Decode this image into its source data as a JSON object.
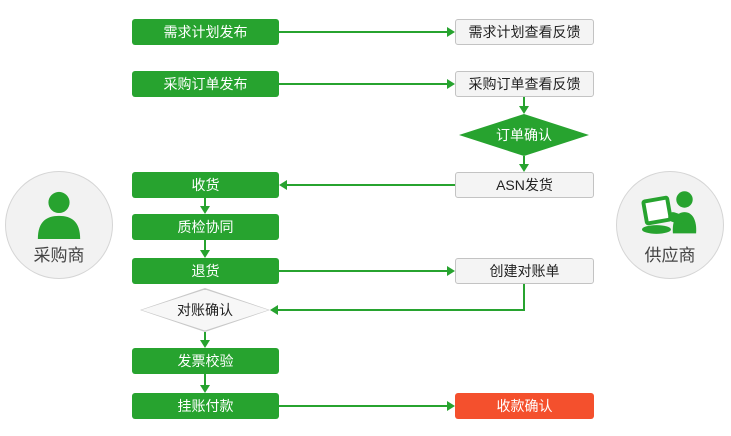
{
  "palette": {
    "green": "#27a32f",
    "red": "#f4502d",
    "gray_fill": "#f4f4f4",
    "gray_border": "#c3c3c3",
    "white": "#ffffff"
  },
  "actors": {
    "buyer": {
      "label": "采购商",
      "icon": "person-icon"
    },
    "supplier": {
      "label": "供应商",
      "icon": "person-at-computer-icon"
    }
  },
  "nodes": {
    "demand_publish": {
      "label": "需求计划发布",
      "style": "green-box"
    },
    "demand_feedback": {
      "label": "需求计划查看反馈",
      "style": "gray-box"
    },
    "po_publish": {
      "label": "采购订单发布",
      "style": "green-box"
    },
    "po_feedback": {
      "label": "采购订单查看反馈",
      "style": "gray-box"
    },
    "order_confirm": {
      "label": "订单确认",
      "style": "green-diamond"
    },
    "receive": {
      "label": "收货",
      "style": "green-box"
    },
    "asn_ship": {
      "label": "ASN发货",
      "style": "gray-box"
    },
    "quality_collab": {
      "label": "质检协同",
      "style": "green-box"
    },
    "return_goods": {
      "label": "退货",
      "style": "green-box"
    },
    "create_statement": {
      "label": "创建对账单",
      "style": "gray-box"
    },
    "statement_confirm": {
      "label": "对账确认",
      "style": "gray-diamond"
    },
    "invoice_check": {
      "label": "发票校验",
      "style": "green-box"
    },
    "book_payment": {
      "label": "挂账付款",
      "style": "green-box"
    },
    "receipt_confirm": {
      "label": "收款确认",
      "style": "red-box"
    }
  },
  "edges": [
    {
      "from": "demand_publish",
      "to": "demand_feedback"
    },
    {
      "from": "po_publish",
      "to": "po_feedback"
    },
    {
      "from": "po_feedback",
      "to": "order_confirm"
    },
    {
      "from": "order_confirm",
      "to": "asn_ship"
    },
    {
      "from": "asn_ship",
      "to": "receive"
    },
    {
      "from": "receive",
      "to": "quality_collab"
    },
    {
      "from": "quality_collab",
      "to": "return_goods"
    },
    {
      "from": "return_goods",
      "to": "create_statement"
    },
    {
      "from": "create_statement",
      "to": "statement_confirm"
    },
    {
      "from": "statement_confirm",
      "to": "invoice_check"
    },
    {
      "from": "invoice_check",
      "to": "book_payment"
    },
    {
      "from": "book_payment",
      "to": "receipt_confirm"
    }
  ]
}
